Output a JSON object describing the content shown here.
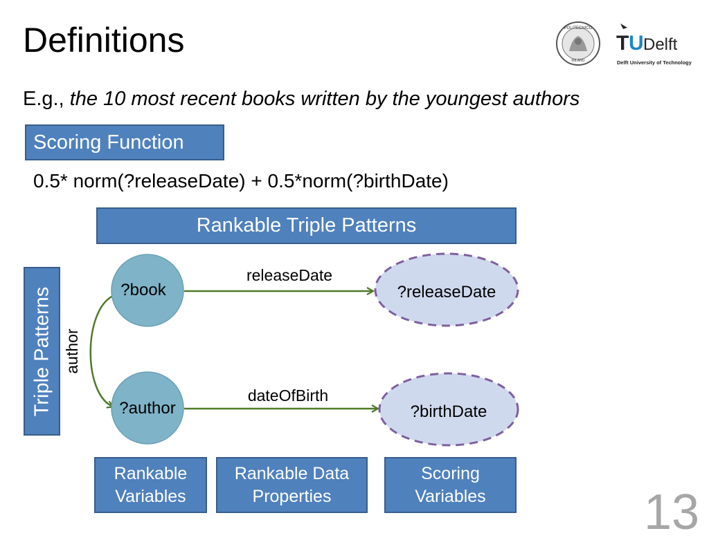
{
  "header": {
    "title": "Definitions",
    "subtitle_prefix": "E.g., ",
    "subtitle_italic": "the 10 most recent books written by the youngest authors"
  },
  "scoring": {
    "label": "Scoring Function",
    "formula": "0.5* norm(?releaseDate) + 0.5*norm(?birthDate)"
  },
  "rankable_triple_patterns": "Rankable Triple Patterns",
  "triple_patterns": "Triple Patterns",
  "diagram": {
    "nodes": {
      "book": "?book",
      "author": "?author",
      "release_date": "?releaseDate",
      "birth_date": "?birthDate"
    },
    "edges": {
      "author": "author",
      "release_date": "releaseDate",
      "date_of_birth": "dateOfBirth"
    },
    "colors": {
      "node_fill": "#7fb3c8",
      "scoring_node_fill": "#cfd9ee",
      "scoring_node_border": "#7f5f9f",
      "edge": "#4f7a28",
      "box_fill": "#4f81bd"
    }
  },
  "bottom_boxes": {
    "rankable_variables": [
      "Rankable",
      "Variables"
    ],
    "rankable_data_properties": [
      "Rankable Data",
      "Properties"
    ],
    "scoring_variables": [
      "Scoring",
      "Variables"
    ]
  },
  "logos": {
    "polimi_ring_top": "POLITECNICO",
    "polimi_ring_bottom": "MILANO",
    "tud_t": "T",
    "tud_u": "U",
    "tud_delft": "Delft",
    "tud_caption": "Delft University of Technology"
  },
  "slide_number": "13"
}
